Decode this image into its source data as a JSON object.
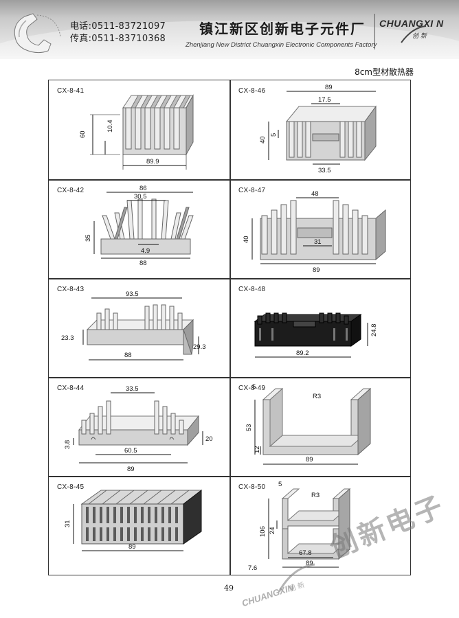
{
  "header": {
    "phone_line": "电话:0511-83721097",
    "fax_line": "传真:0511-83710368",
    "company_cn": "镇江新区创新电子元件厂",
    "company_en": "Zhenjiang New District Chuangxin Electronic Components Factory",
    "brand": "CHUANGXI N",
    "brand_sub": "创 新"
  },
  "page_heading": "8cm型材散热器",
  "cells": [
    {
      "code": "CX-8-41",
      "dims": [
        "60",
        "10.4",
        "89.9"
      ]
    },
    {
      "code": "CX-8-46",
      "dims": [
        "89",
        "17.5",
        "40",
        "5",
        "33.5"
      ]
    },
    {
      "code": "CX-8-42",
      "dims": [
        "86",
        "30.5",
        "35",
        "4.9",
        "88"
      ]
    },
    {
      "code": "CX-8-47",
      "dims": [
        "48",
        "40",
        "31",
        "89"
      ]
    },
    {
      "code": "CX-8-43",
      "dims": [
        "93.5",
        "23.3",
        "29.3",
        "88"
      ]
    },
    {
      "code": "CX-8-48",
      "dims": [
        "24.8",
        "89.2"
      ]
    },
    {
      "code": "CX-8-44",
      "dims": [
        "33.5",
        "3.8",
        "20",
        "60.5",
        "89"
      ]
    },
    {
      "code": "CX-8-49",
      "dims": [
        "5",
        "R3",
        "53",
        "12",
        "89"
      ]
    },
    {
      "code": "CX-8-45",
      "dims": [
        "31",
        "89"
      ]
    },
    {
      "code": "CX-8-50",
      "dims": [
        "5",
        "R3",
        "106",
        "24",
        "67.8",
        "7.6",
        "89"
      ]
    }
  ],
  "page_number": "49",
  "watermark": {
    "cn": "创新电子",
    "en": "CHUANGXIN",
    "sub": "创 新"
  },
  "colors": {
    "metal_light": "#e6e6e6",
    "metal_mid": "#bdbdbd",
    "metal_dark": "#6e6e6e",
    "black_part": "#1c1c1c"
  }
}
